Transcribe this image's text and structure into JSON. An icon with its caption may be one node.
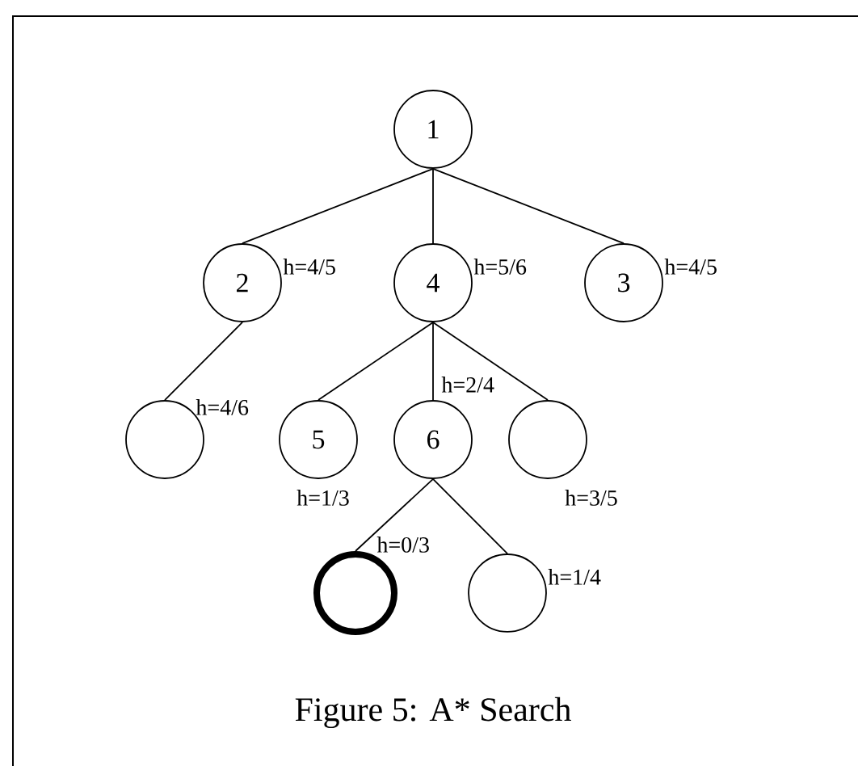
{
  "diagram": {
    "caption": "Figure 5: A* Search",
    "nodes": [
      {
        "text": [
          "1"
        ]
      },
      {
        "text": [
          "2"
        ],
        "beside": [
          "h=4/5"
        ]
      },
      {
        "text": [
          "4"
        ],
        "beside": [
          "h=5/6"
        ]
      },
      {
        "text": [
          "3"
        ],
        "beside": [
          "h=4/5"
        ]
      },
      {
        "text": [],
        "shape": "circle",
        "beside": [
          "h=4/6"
        ]
      },
      {
        "text": [
          "5"
        ],
        "beside": [
          "h=1/3"
        ]
      },
      {
        "text": [
          "6"
        ],
        "beside": [
          "h=2/4"
        ]
      },
      {
        "text": [],
        "shape": "circle",
        "beside": [
          "h=3/5"
        ]
      },
      {
        "text": [],
        "shape": "circle",
        "beside": [
          "h=0/3"
        ]
      },
      {
        "text": [],
        "shape": "circle",
        "beside": [
          "h=1/4"
        ]
      }
    ],
    "edges": [
      {
        "from": 0,
        "to": 1,
        "arrow": "none"
      },
      {
        "from": 0,
        "to": 2,
        "arrow": "none"
      },
      {
        "from": 0,
        "to": 3,
        "arrow": "none"
      },
      {
        "from": 1,
        "to": 4,
        "arrow": "none"
      },
      {
        "from": 2,
        "to": 5,
        "arrow": "none"
      },
      {
        "from": 2,
        "to": 6,
        "arrow": "none"
      },
      {
        "from": 2,
        "to": 7,
        "arrow": "none"
      },
      {
        "from": 6,
        "to": 8,
        "arrow": "none"
      },
      {
        "from": 6,
        "to": 9,
        "arrow": "none"
      }
    ]
  }
}
